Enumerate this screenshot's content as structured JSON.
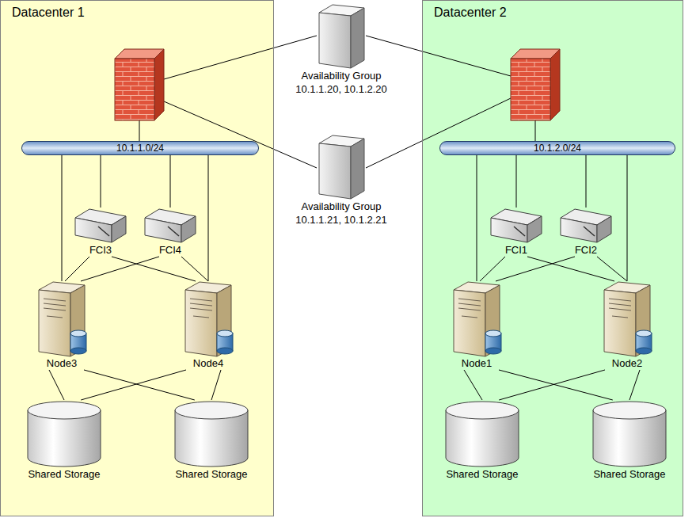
{
  "diagram": {
    "nodes": [
      {
        "text": [
          "Datacenter 1"
        ]
      },
      {
        "text": [
          "10.1.1.0/24"
        ],
        "in": 0
      },
      {
        "text": [
          "FCI3"
        ],
        "in": 0
      },
      {
        "text": [
          "FCI4"
        ],
        "in": 0
      },
      {
        "text": [
          "Node3"
        ],
        "in": 0
      },
      {
        "text": [
          "Node4"
        ],
        "in": 0
      },
      {
        "text": [
          "Shared Storage"
        ],
        "in": 0
      },
      {
        "text": [
          "Shared Storage"
        ],
        "in": 0
      },
      {
        "text": [
          "Availability Group 10.1.1.20, 10.1.2.20"
        ]
      },
      {
        "text": [
          "Availability Group 10.1.1.21, 10.1.2.21"
        ]
      },
      {
        "text": [
          "Datacenter 2"
        ]
      },
      {
        "text": [
          "10.1.2.0/24"
        ],
        "in": 10
      },
      {
        "text": [
          "FCI1"
        ],
        "in": 10
      },
      {
        "text": [
          "FCI2"
        ],
        "in": 10
      },
      {
        "text": [
          "Node1"
        ],
        "in": 10
      },
      {
        "text": [
          "Node2"
        ],
        "in": 10
      },
      {
        "text": [
          "Shared Storage"
        ],
        "in": 10
      },
      {
        "text": [
          "Shared Storage"
        ],
        "in": 10
      }
    ],
    "edges": [
      {
        "from": 1,
        "to": 4,
        "arrow": "none"
      },
      {
        "from": 1,
        "to": 2,
        "arrow": "none"
      },
      {
        "from": 1,
        "to": 3,
        "arrow": "none"
      },
      {
        "from": 1,
        "to": 5,
        "arrow": "none"
      },
      {
        "from": 2,
        "to": 4,
        "arrow": "none"
      },
      {
        "from": 2,
        "to": 5,
        "arrow": "none"
      },
      {
        "from": 3,
        "to": 4,
        "arrow": "none"
      },
      {
        "from": 3,
        "to": 5,
        "arrow": "none"
      },
      {
        "from": 4,
        "to": 6,
        "arrow": "none"
      },
      {
        "from": 4,
        "to": 7,
        "arrow": "none"
      },
      {
        "from": 5,
        "to": 6,
        "arrow": "none"
      },
      {
        "from": 5,
        "to": 7,
        "arrow": "none"
      },
      {
        "from": 11,
        "to": 14,
        "arrow": "none"
      },
      {
        "from": 11,
        "to": 12,
        "arrow": "none"
      },
      {
        "from": 11,
        "to": 13,
        "arrow": "none"
      },
      {
        "from": 11,
        "to": 15,
        "arrow": "none"
      },
      {
        "from": 12,
        "to": 14,
        "arrow": "none"
      },
      {
        "from": 12,
        "to": 15,
        "arrow": "none"
      },
      {
        "from": 13,
        "to": 14,
        "arrow": "none"
      },
      {
        "from": 13,
        "to": 15,
        "arrow": "none"
      },
      {
        "from": 14,
        "to": 16,
        "arrow": "none"
      },
      {
        "from": 14,
        "to": 17,
        "arrow": "none"
      },
      {
        "from": 15,
        "to": 16,
        "arrow": "none"
      },
      {
        "from": 15,
        "to": 17,
        "arrow": "none"
      }
    ]
  }
}
